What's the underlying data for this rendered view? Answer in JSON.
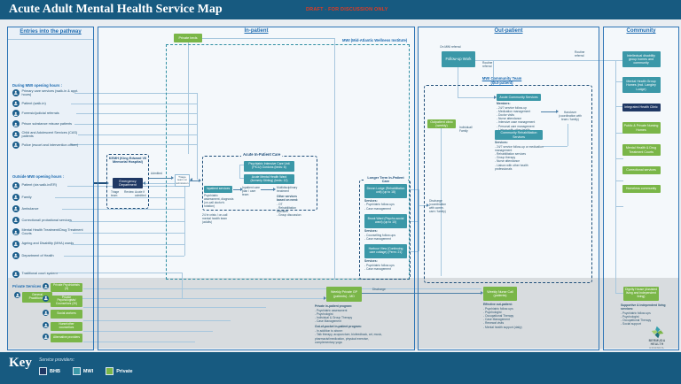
{
  "header": {
    "title": "Acute Adult Mental Health Service Map",
    "draft_note": "DRAFT - FOR DISCUSSION ONLY"
  },
  "columns": {
    "entries_title": "Entries into the pathway",
    "inpatient_title": "In-patient",
    "outpatient_title": "Out-patient",
    "community_title": "Community"
  },
  "entries": {
    "during_label": "During MWI opening hours :",
    "during_items": [
      "Primary care services (walk-in & appt. hours)",
      "Patient (walk-in)",
      "Forensic/judicial referrals",
      "Prison substance misuse patients",
      "Child and Adolescent Services (CAS) patients",
      "Police (escort and intervention officer)"
    ],
    "outside_label": "Outside MWI opening hours :",
    "outside_items": [
      "Patient (via walk-in/ER)",
      "Family",
      "Ambulance",
      "Correctional/ probational services",
      "Mental Health Treatment/Drug Treatment Courts",
      "Ageing and Disability (MHA) wards",
      "Department of Health"
    ],
    "court_item": "Traditional court system",
    "private_label": "Private Services",
    "gp_box": "General Practitioners",
    "private_items": [
      "Private Psychiatrists (3)",
      "Private Psychologists/ Counsellors (20)",
      "Social workers",
      "Nurse/other counsellors",
      "Alternative providers"
    ]
  },
  "inpatient": {
    "private_beds": "Private beds",
    "mwi_label": "MWI (Mid-Atlantic Wellness Institute)",
    "kemh": {
      "title": "KEMH (King Edward VII Memorial Hospital)",
      "ed": "Emergency Department",
      "triage": "Triage team",
      "review": "Review",
      "acute_note": "Acute if admitted",
      "admitted": "Admitted",
      "admission_note": "Triage team on admission"
    },
    "acute": {
      "title": "Acute In-Patient Care",
      "picu": "Psychiatric Intensive Care Unit (PICU) Gordons (beds: 6)",
      "ward": "Acute Mental Health Ward (formerly Stirling) (beds: 12)",
      "services_box": "Inpatient services",
      "services_note": "Psychiatric assessment, diagnosis (on-call doctor's rotation)",
      "care_plan": "Inpatient care plan / care team",
      "mdt": "Multidisciplinary treatment",
      "other_label": "Other services based on need:",
      "other_items": [
        "OT",
        "Rehabilitation activities",
        "Group discussion"
      ]
    },
    "crisis_note": "24 hr crisis / on-call mental health team (adults)",
    "longer": {
      "title": "Longer Term In-Patient Care",
      "services_label": "Services:",
      "units": [
        {
          "name": "Devon Lodge (Rehabilitation unit) (up to 18)",
          "s1": "Psychiatric follow-ups",
          "s2": "Case management"
        },
        {
          "name": "Brook Ward (Psycho-social ward) (up to 10)",
          "s1": "Counselling follow-ups",
          "s2": "Case management"
        },
        {
          "name": "Harbour View (Continuing care cottage) (Perm: 21)",
          "s1": "Psychiatric follow-ups",
          "s2": "Case management"
        }
      ]
    },
    "discharge_note": "Discharge (coordination with comm. care / family)",
    "private_program": {
      "box": "Weekly Private GP (patients) - MD",
      "discharge": "Discharge",
      "inpatient_label": "Private in-patient program:",
      "inpatient_items": [
        "Psychiatric assessment",
        "Psychologist",
        "Individual & Group Therapy",
        "Case Management"
      ],
      "outpatient_label": "Out-of-pocket in-patient program:",
      "outpatient_items": [
        "In addition to above:",
        "Talk therapy, acupuncture, biofeedback, art, music, pharmacist/medication, physical exercise, complementary yoga"
      ]
    }
  },
  "outpatient": {
    "referral_note": "On MWI referral",
    "followup_box": "Follow-up Work",
    "routine_note1": "Routine referral",
    "routine_note2": "Routine referral",
    "team": {
      "title": "MWI Community Team (Out-patient)",
      "acute_title": "Acute Community Services",
      "acute_label": "Members:",
      "acute_items": [
        "24/7 service follow-up",
        "Medication management",
        "Doctor visits",
        "Nurse attendance",
        "Intensive case management",
        "Personal care management",
        "Liaison with other health professionals"
      ],
      "rehab_title": "Community Rehabilitation Services",
      "rehab_label": "Services:",
      "rehab_items": [
        "24/7 service follow-up or medication management",
        "Rehabilitation services",
        "Group therapy",
        "Nurse attendance",
        "Liaison with other health professionals"
      ],
      "handover": "Handover (coordination with team / family)"
    },
    "clinic_box": "Outpatient clinic (weekly)",
    "clinic_note": "Individual/ Family",
    "weekly_nurse": {
      "box": "Weekly Nurse Call (patients)",
      "label": "Effective out-patient:",
      "items": [
        "Psychiatric follow-ups",
        "Psychologist",
        "Occupational Therapy",
        "Case Management",
        "Renewal visits",
        "Mental health support (daily)"
      ]
    }
  },
  "community": {
    "boxes": [
      {
        "label": "Intellectual disability group homes and community",
        "type": "mwi"
      },
      {
        "label": "Mental Health Group Homes (incl. Langley Lodge)",
        "type": "mwi"
      },
      {
        "label": "Integrated Health Clinic",
        "type": "bhb"
      },
      {
        "label": "Public & Private Nursing Homes",
        "type": "private"
      },
      {
        "label": "Mental Health & Drug Treatment Courts",
        "type": "private"
      },
      {
        "label": "Correctional services",
        "type": "private"
      },
      {
        "label": "Homeless community",
        "type": "private"
      }
    ],
    "dignity_box": "Dignity House (Assisted living and independent living)",
    "dignity_label": "Supportive & independent living services:",
    "dignity_items": [
      "Psychiatric follow-ups",
      "Psychologist",
      "Occupational Therapy",
      "Social support"
    ],
    "logo_line1": "BERMUDA HEALTH",
    "logo_line2": "COUNCIL"
  },
  "key": {
    "title": "Key",
    "subtitle": "Service providers:",
    "items": [
      {
        "label": "BHB",
        "color": "#1f3864"
      },
      {
        "label": "MWI",
        "color": "#3b98a8"
      },
      {
        "label": "Private",
        "color": "#7ab648"
      }
    ]
  }
}
